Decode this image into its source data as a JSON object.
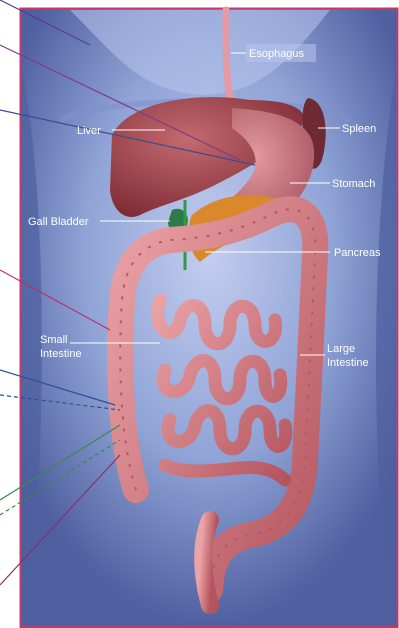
{
  "diagram": {
    "labels": {
      "esophagus": "Esophagus",
      "liver": "Liver",
      "spleen": "Spleen",
      "stomach": "Stomach",
      "gall_bladder": "Gall Bladder",
      "pancreas": "Pancreas",
      "small_intestine_line1": "Small",
      "small_intestine_line2": "Intestine",
      "large_intestine_line1": "Large",
      "large_intestine_line2": "Intestine"
    }
  },
  "colors": {
    "background": "#ffffff",
    "frame": "#c23a6a",
    "body_skin": "#8fa3d6",
    "body_shadow": "#5c6fb0",
    "liver": "#a5454e",
    "stomach": "#c9707a",
    "intestine": "#d98a8f",
    "intestine_dark": "#b25a62",
    "pancreas": "#d9892c",
    "gall_bladder": "#2f7a4a",
    "esophagus": "#e39aa5",
    "label_text": "#ffffff"
  }
}
